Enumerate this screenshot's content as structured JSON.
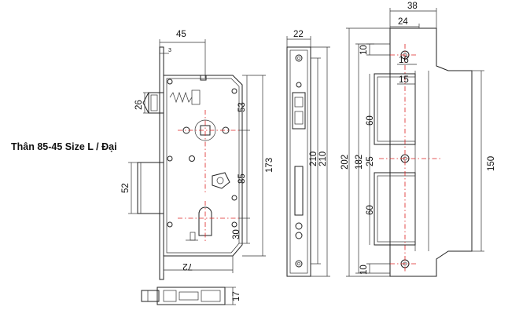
{
  "caption": "Thân 85-45 Size L / Đại",
  "lockbody": {
    "dims": {
      "backset": "45",
      "small_offset": "3",
      "latch_height": "26",
      "to_follower": "53",
      "height": "173",
      "follower_to_cyl": "85",
      "bolt_height": "52",
      "cyl_bottom": "30",
      "width": "72",
      "depth": "17"
    }
  },
  "faceplate": {
    "dims": {
      "width": "22",
      "length_inner": "210",
      "length_outer": "210"
    }
  },
  "strike": {
    "dims": {
      "total_width": "38",
      "inner_width": "24",
      "height": "202",
      "inner_height": "182",
      "end_offset_top": "10",
      "end_offset_bottom": "10",
      "hole_size": "16",
      "cut_width": "15",
      "upper_cut": "60",
      "middle": "25",
      "lower_cut": "60",
      "plate_height": "150"
    }
  },
  "colors": {
    "line": "#222222",
    "center_line": "#dd2222"
  }
}
